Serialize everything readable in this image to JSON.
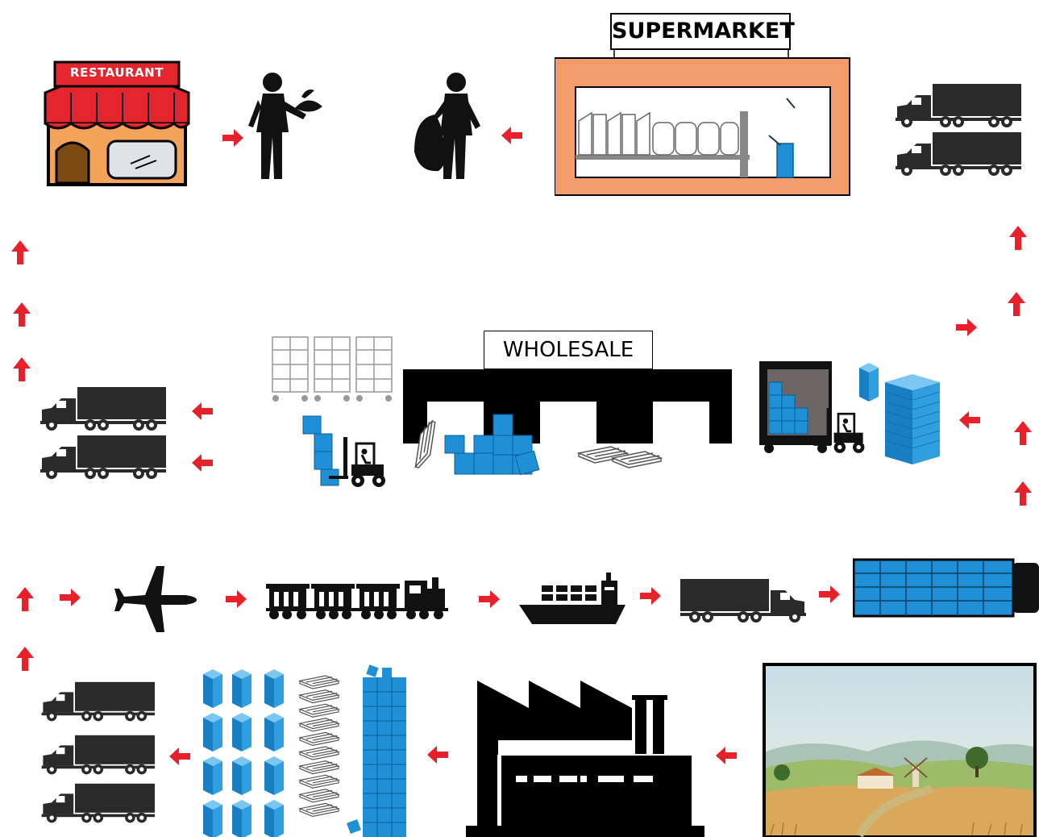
{
  "signs": {
    "restaurant": "RESTAURANT",
    "supermarket": "SUPERMARKET",
    "wholesale": "WHOLESALE"
  },
  "colors": {
    "arrow": "#e8202a",
    "box_blue": "#1f8fd6",
    "silhouette": "#111111",
    "supermarket_wall": "#f29c6b",
    "restaurant_awning": "#e3262e",
    "restaurant_wall": "#f4a35a"
  },
  "icons": [
    "restaurant-icon",
    "person-eating-icon",
    "person-carrying-bag-icon",
    "supermarket-icon",
    "truck-icon",
    "airplane-icon",
    "train-icon",
    "ship-icon",
    "container-icon",
    "factory-icon",
    "farm-landscape-icon",
    "forklift-icon",
    "pallet-icon",
    "roll-cage-icon",
    "warehouse-icon"
  ]
}
